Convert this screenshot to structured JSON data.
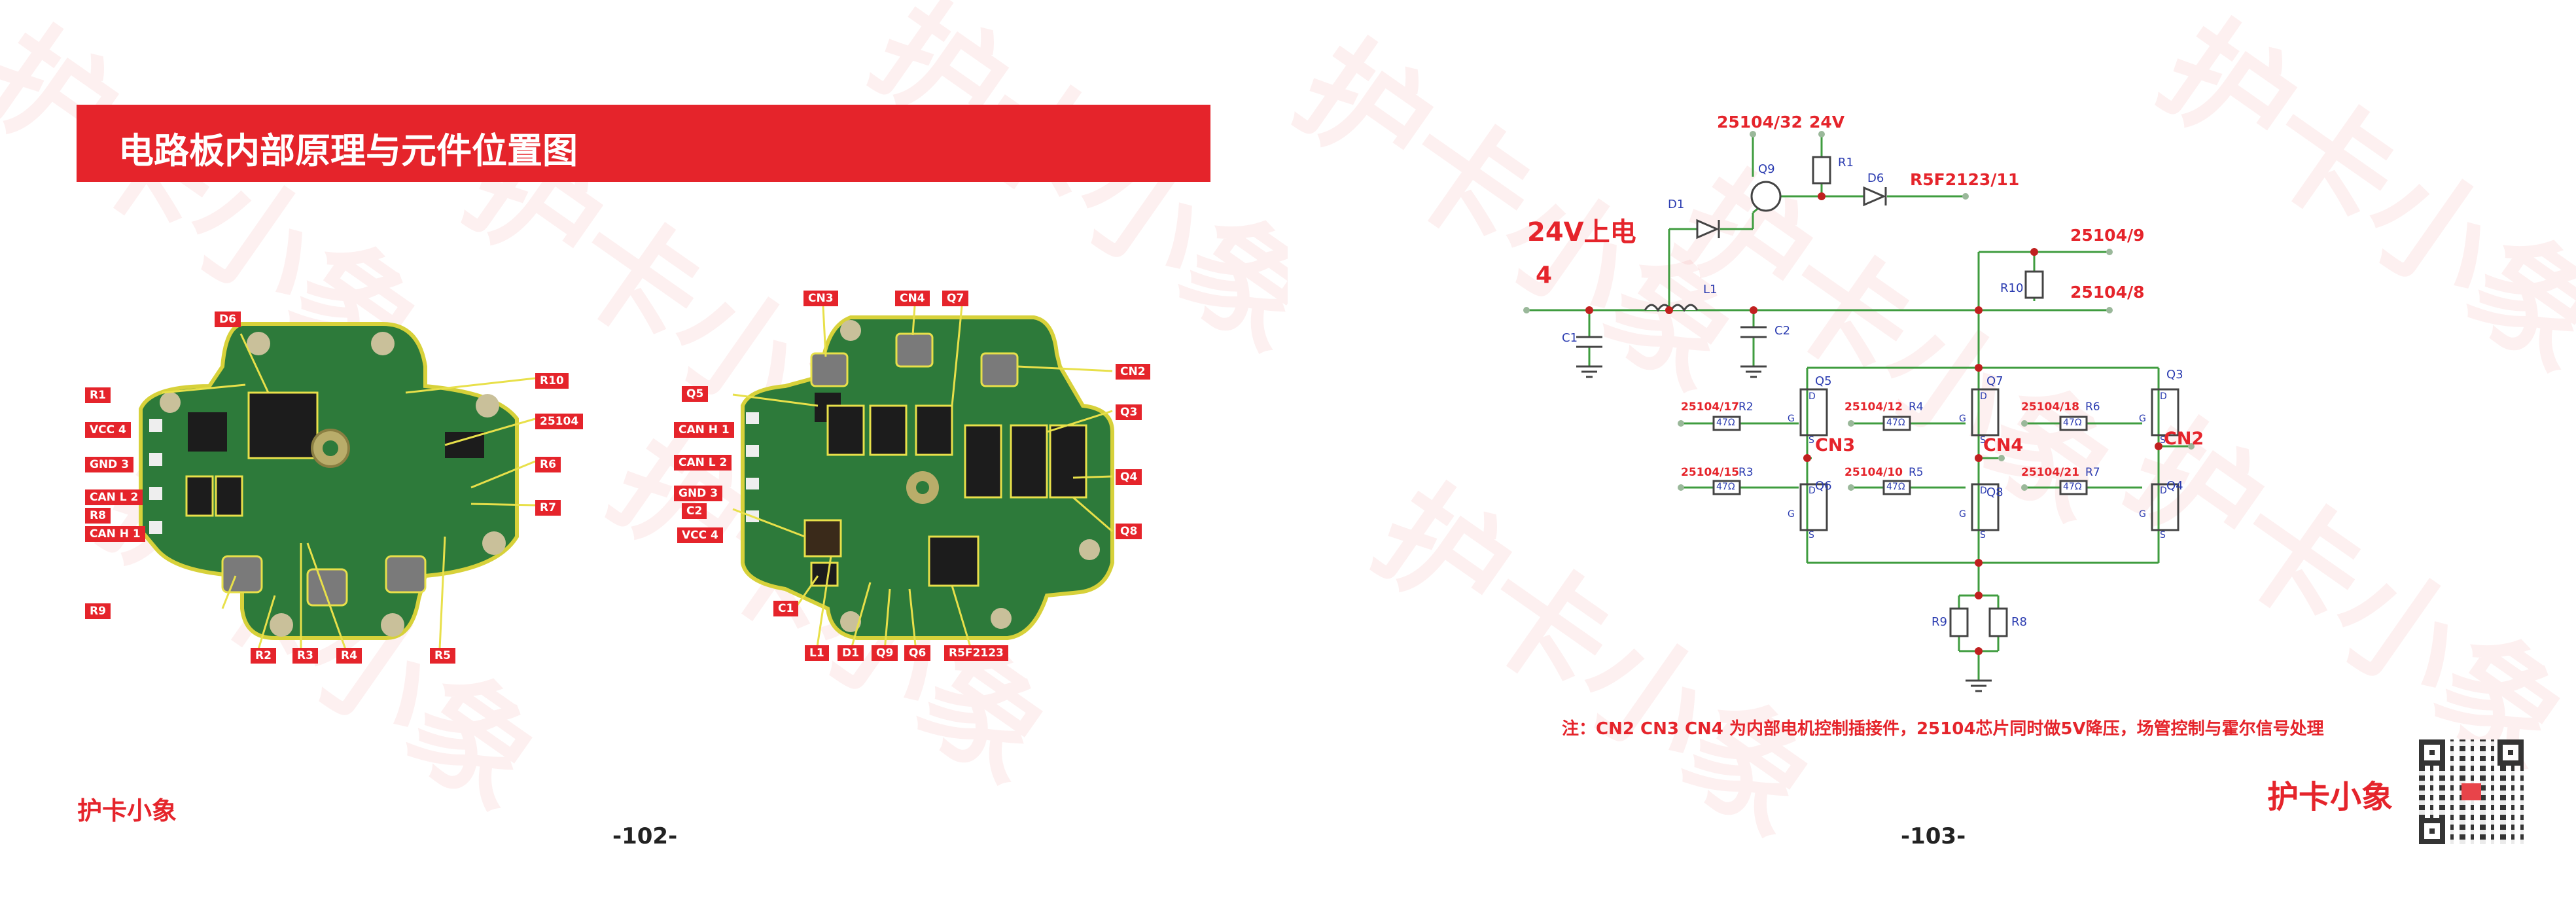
{
  "left_page": {
    "title": "电路板内部原理与元件位置图",
    "brand": "护卡小象",
    "page_number": "-102-",
    "watermark": "护卡小象",
    "board_a_labels": [
      "D6",
      "R1",
      "VCC 4",
      "GND 3",
      "CAN L 2",
      "R8",
      "CAN H 1",
      "R9",
      "R2",
      "R3",
      "R4",
      "R5",
      "R10",
      "25104",
      "R6",
      "R7"
    ],
    "board_b_labels": [
      "CN3",
      "CN4",
      "Q7",
      "Q5",
      "CAN H 1",
      "CAN L 2",
      "GND 3",
      "C2",
      "VCC 4",
      "C1",
      "L1",
      "D1",
      "Q9",
      "Q6",
      "R5F2123",
      "CN2",
      "Q3",
      "Q4",
      "Q8"
    ]
  },
  "right_page": {
    "page_number": "-103-",
    "brand": "护卡小象",
    "note": "注：CN2 CN3 CN4 为内部电机控制插接件，25104芯片同时做5V降压，场管控制与霍尔信号处理",
    "schematic": {
      "power_label": "24V上电",
      "power_pin": "4",
      "top_labels": [
        "25104/32",
        "24V",
        "R5F2123/11"
      ],
      "right_labels": [
        "25104/9",
        "25104/8"
      ],
      "components": [
        "Q9",
        "R1",
        "D6",
        "D1",
        "L1",
        "C1",
        "C2",
        "R10",
        "Q5",
        "Q7",
        "Q3",
        "Q6",
        "Q8",
        "Q4",
        "R9",
        "R8"
      ],
      "gate_labels": [
        "25104/17",
        "25104/12",
        "25104/18",
        "25104/15",
        "25104/10",
        "25104/21"
      ],
      "gate_resistors": [
        "R2",
        "R4",
        "R6",
        "R3",
        "R5",
        "R7"
      ],
      "resistor_value": "47Ω",
      "connectors": [
        "CN3",
        "CN4",
        "CN2"
      ],
      "pin_letters": [
        "G",
        "D",
        "S"
      ]
    }
  }
}
